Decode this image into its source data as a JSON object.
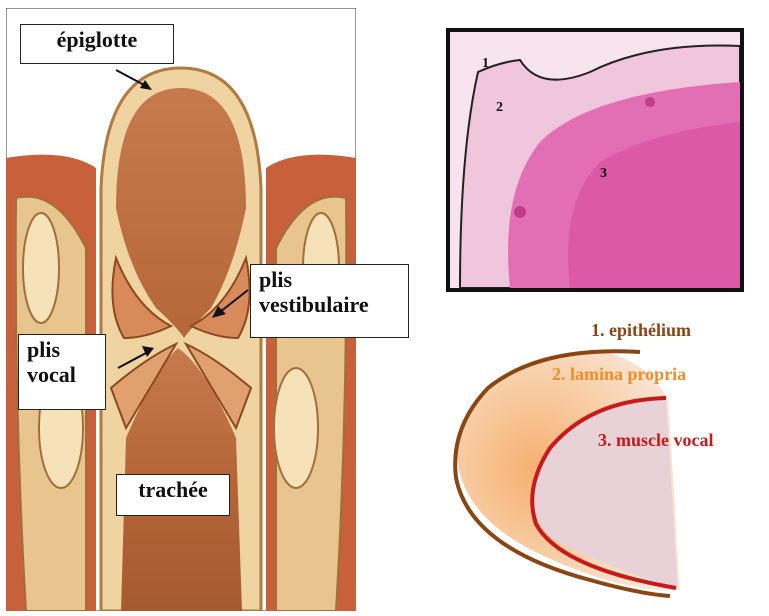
{
  "anatomy": {
    "labels": {
      "epiglotte": "épiglotte",
      "plis_vestibulaire_line1": "plis",
      "plis_vestibulaire_line2": "vestibulaire",
      "plis_vocal_line1": "plis",
      "plis_vocal_line2": "vocal",
      "trachee": "trachée"
    }
  },
  "histology": {
    "numbers": [
      "1",
      "2",
      "3"
    ]
  },
  "schema": {
    "labels": {
      "epithelium": "1. epithélium",
      "lamina": "2. lamina  propria",
      "muscle": "3. muscle vocal"
    },
    "colors": {
      "epithelium": "#8b4513",
      "lamina": "#f28c28",
      "muscle": "#c81a1a"
    }
  }
}
